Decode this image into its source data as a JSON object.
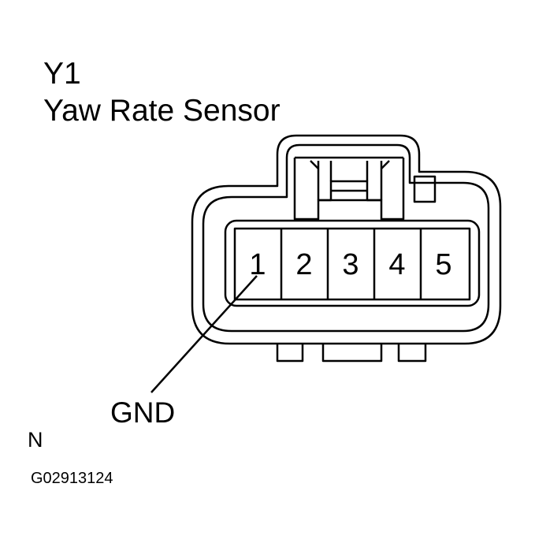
{
  "title": {
    "code": "Y1",
    "name": "Yaw Rate Sensor"
  },
  "pins": [
    "1",
    "2",
    "3",
    "4",
    "5"
  ],
  "callouts": {
    "gnd": "GND"
  },
  "view_marker": "N",
  "figure_id": "G02913124",
  "colors": {
    "line": "#000000",
    "background": "#ffffff"
  }
}
